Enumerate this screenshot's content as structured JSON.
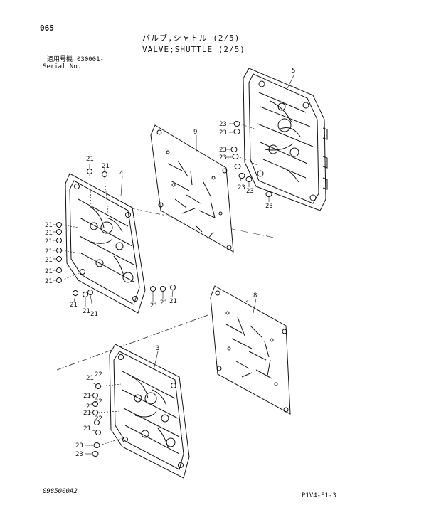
{
  "header": {
    "page_number": "065",
    "title_jp": "バルブ,シャトル (2/5)",
    "title_en": "VALVE;SHUTTLE (2/5)",
    "applicable_label_jp": "適用号機",
    "applicable_serial": "030001-",
    "serial_label": "Serial No."
  },
  "footer": {
    "document_code": "0985000A2",
    "sheet_code": "P1V4-E1-3"
  },
  "callouts": {
    "part_3": "3",
    "part_4": "4",
    "part_5": "5",
    "part_8": "8",
    "part_9": "9",
    "part_21": "21",
    "part_22": "22",
    "part_23": "23"
  }
}
